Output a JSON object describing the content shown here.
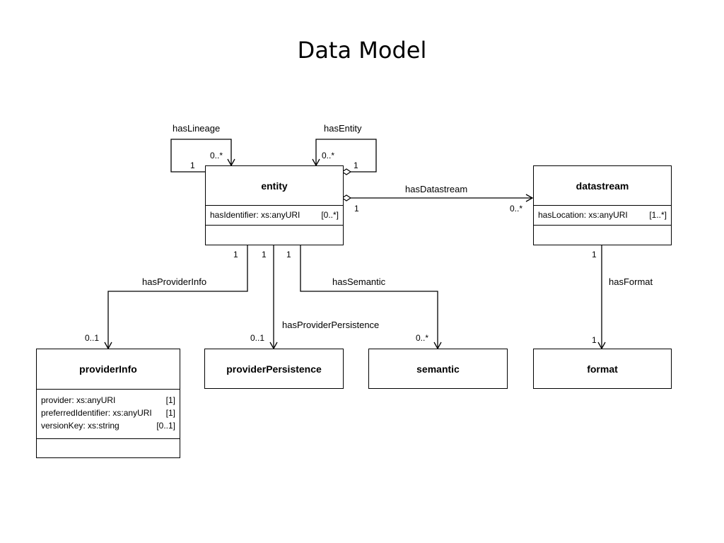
{
  "title": "Data Model",
  "classes": {
    "entity": {
      "name": "entity",
      "attributes": [
        {
          "text": "hasIdentifier: xs:anyURI",
          "mult": "[0..*]"
        }
      ]
    },
    "datastream": {
      "name": "datastream",
      "attributes": [
        {
          "text": "hasLocation: xs:anyURI",
          "mult": "[1..*]"
        }
      ]
    },
    "providerInfo": {
      "name": "providerInfo",
      "attributes": [
        {
          "text": "provider: xs:anyURI",
          "mult": "[1]"
        },
        {
          "text": "preferredIdentifier: xs:anyURI",
          "mult": "[1]"
        },
        {
          "text": "versionKey: xs:string",
          "mult": "[0..1]"
        }
      ]
    },
    "providerPersistence": {
      "name": "providerPersistence"
    },
    "semantic": {
      "name": "semantic"
    },
    "format": {
      "name": "format"
    }
  },
  "associations": {
    "hasLineage": {
      "label": "hasLineage",
      "source_mult": "1",
      "target_mult": "0..*"
    },
    "hasEntity": {
      "label": "hasEntity",
      "source_mult": "1",
      "target_mult": "0..*"
    },
    "hasDatastream": {
      "label": "hasDatastream",
      "source_mult": "1",
      "target_mult": "0..*"
    },
    "hasProviderInfo": {
      "label": "hasProviderInfo",
      "source_mult": "1",
      "target_mult": "0..1"
    },
    "hasProviderPersistence": {
      "label": "hasProviderPersistence",
      "source_mult": "1",
      "target_mult": "0..1"
    },
    "hasSemantic": {
      "label": "hasSemantic",
      "source_mult": "1",
      "target_mult": "0..*"
    },
    "hasFormat": {
      "label": "hasFormat",
      "source_mult": "1",
      "target_mult": "1"
    }
  }
}
